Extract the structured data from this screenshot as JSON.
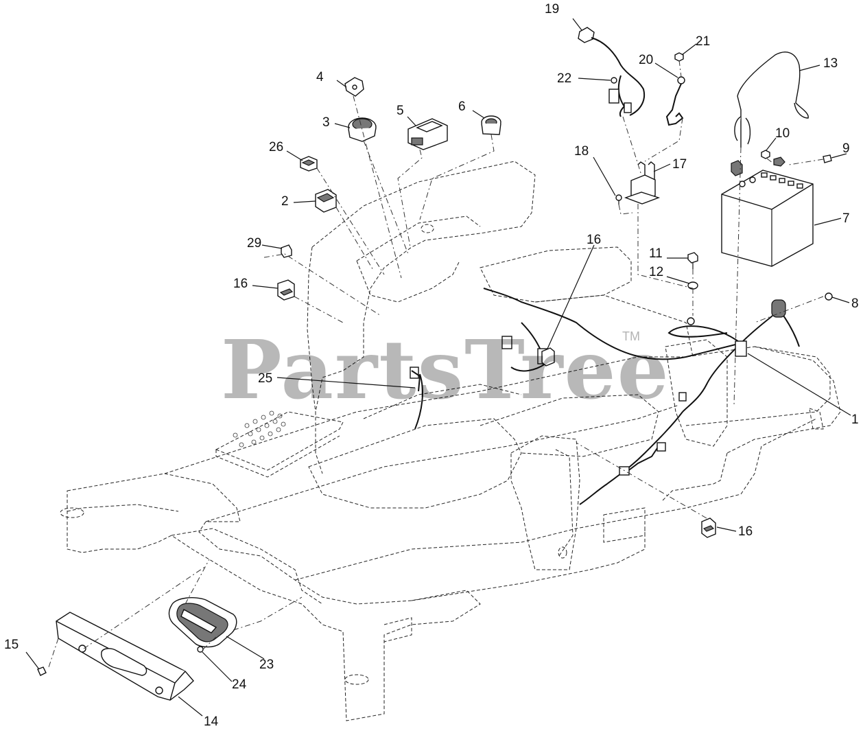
{
  "watermark": {
    "text": "PartsTree",
    "trademark": "TM"
  },
  "callouts": {
    "c1": "1",
    "c2": "2",
    "c3": "3",
    "c4": "4",
    "c5": "5",
    "c6": "6",
    "c7": "7",
    "c8": "8",
    "c9": "9",
    "c10": "10",
    "c11": "11",
    "c12": "12",
    "c13": "13",
    "c14": "14",
    "c15": "15",
    "c16a": "16",
    "c16b": "16",
    "c16c": "16",
    "c17": "17",
    "c18": "18",
    "c19": "19",
    "c20": "20",
    "c21": "21",
    "c22": "22",
    "c23": "23",
    "c24": "24",
    "c25": "25",
    "c26": "26",
    "c29": "29"
  }
}
